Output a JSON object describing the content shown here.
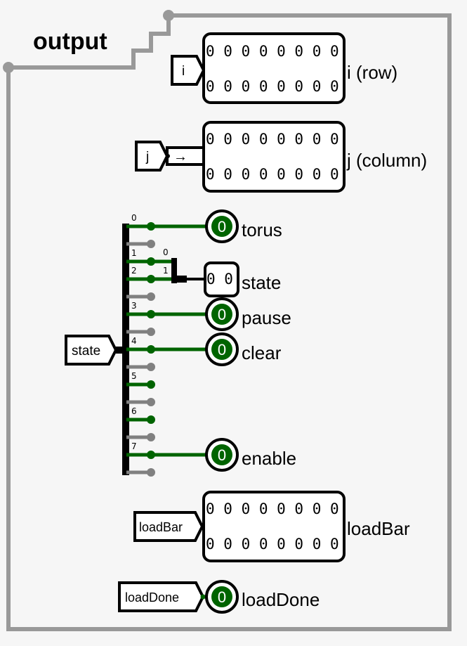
{
  "circuit": {
    "name": "output",
    "colors": {
      "wire_on": "#006400",
      "wire_off": "#808080",
      "border": "#999999",
      "led": "#006400",
      "background": "#f6f6f6"
    },
    "registers": [
      {
        "id": "i",
        "input": "i",
        "label": "i (row)",
        "rows": [
          "0 0 0 0 0 0 0 0",
          "0 0 0 0 0 0 0 0"
        ]
      },
      {
        "id": "j",
        "input": "j",
        "label": "j (column)",
        "rows": [
          "0 0 0 0 0 0 0 0",
          "0 0 0 0 0 0 0 0"
        ],
        "connector": "→"
      },
      {
        "id": "loadBar",
        "input": "loadBar",
        "label": "loadBar",
        "rows": [
          "0 0 0 0 0 0 0 0",
          "0 0 0 0 0 0 0 0"
        ]
      }
    ],
    "splitter": {
      "input": "state",
      "bit_labels": [
        "0",
        "1",
        "2",
        "3",
        "4",
        "5",
        "6",
        "7"
      ],
      "sub_labels": [
        "0",
        "1"
      ]
    },
    "outputs": [
      {
        "id": "torus",
        "label": "torus",
        "value": "0"
      },
      {
        "id": "state",
        "label": "state",
        "value": "0 0"
      },
      {
        "id": "pause",
        "label": "pause",
        "value": "0"
      },
      {
        "id": "clear",
        "label": "clear",
        "value": "0"
      },
      {
        "id": "enable",
        "label": "enable",
        "value": "0"
      },
      {
        "id": "loadDone",
        "label": "loadDone",
        "value": "0"
      }
    ],
    "loadDone_input": "loadDone"
  }
}
